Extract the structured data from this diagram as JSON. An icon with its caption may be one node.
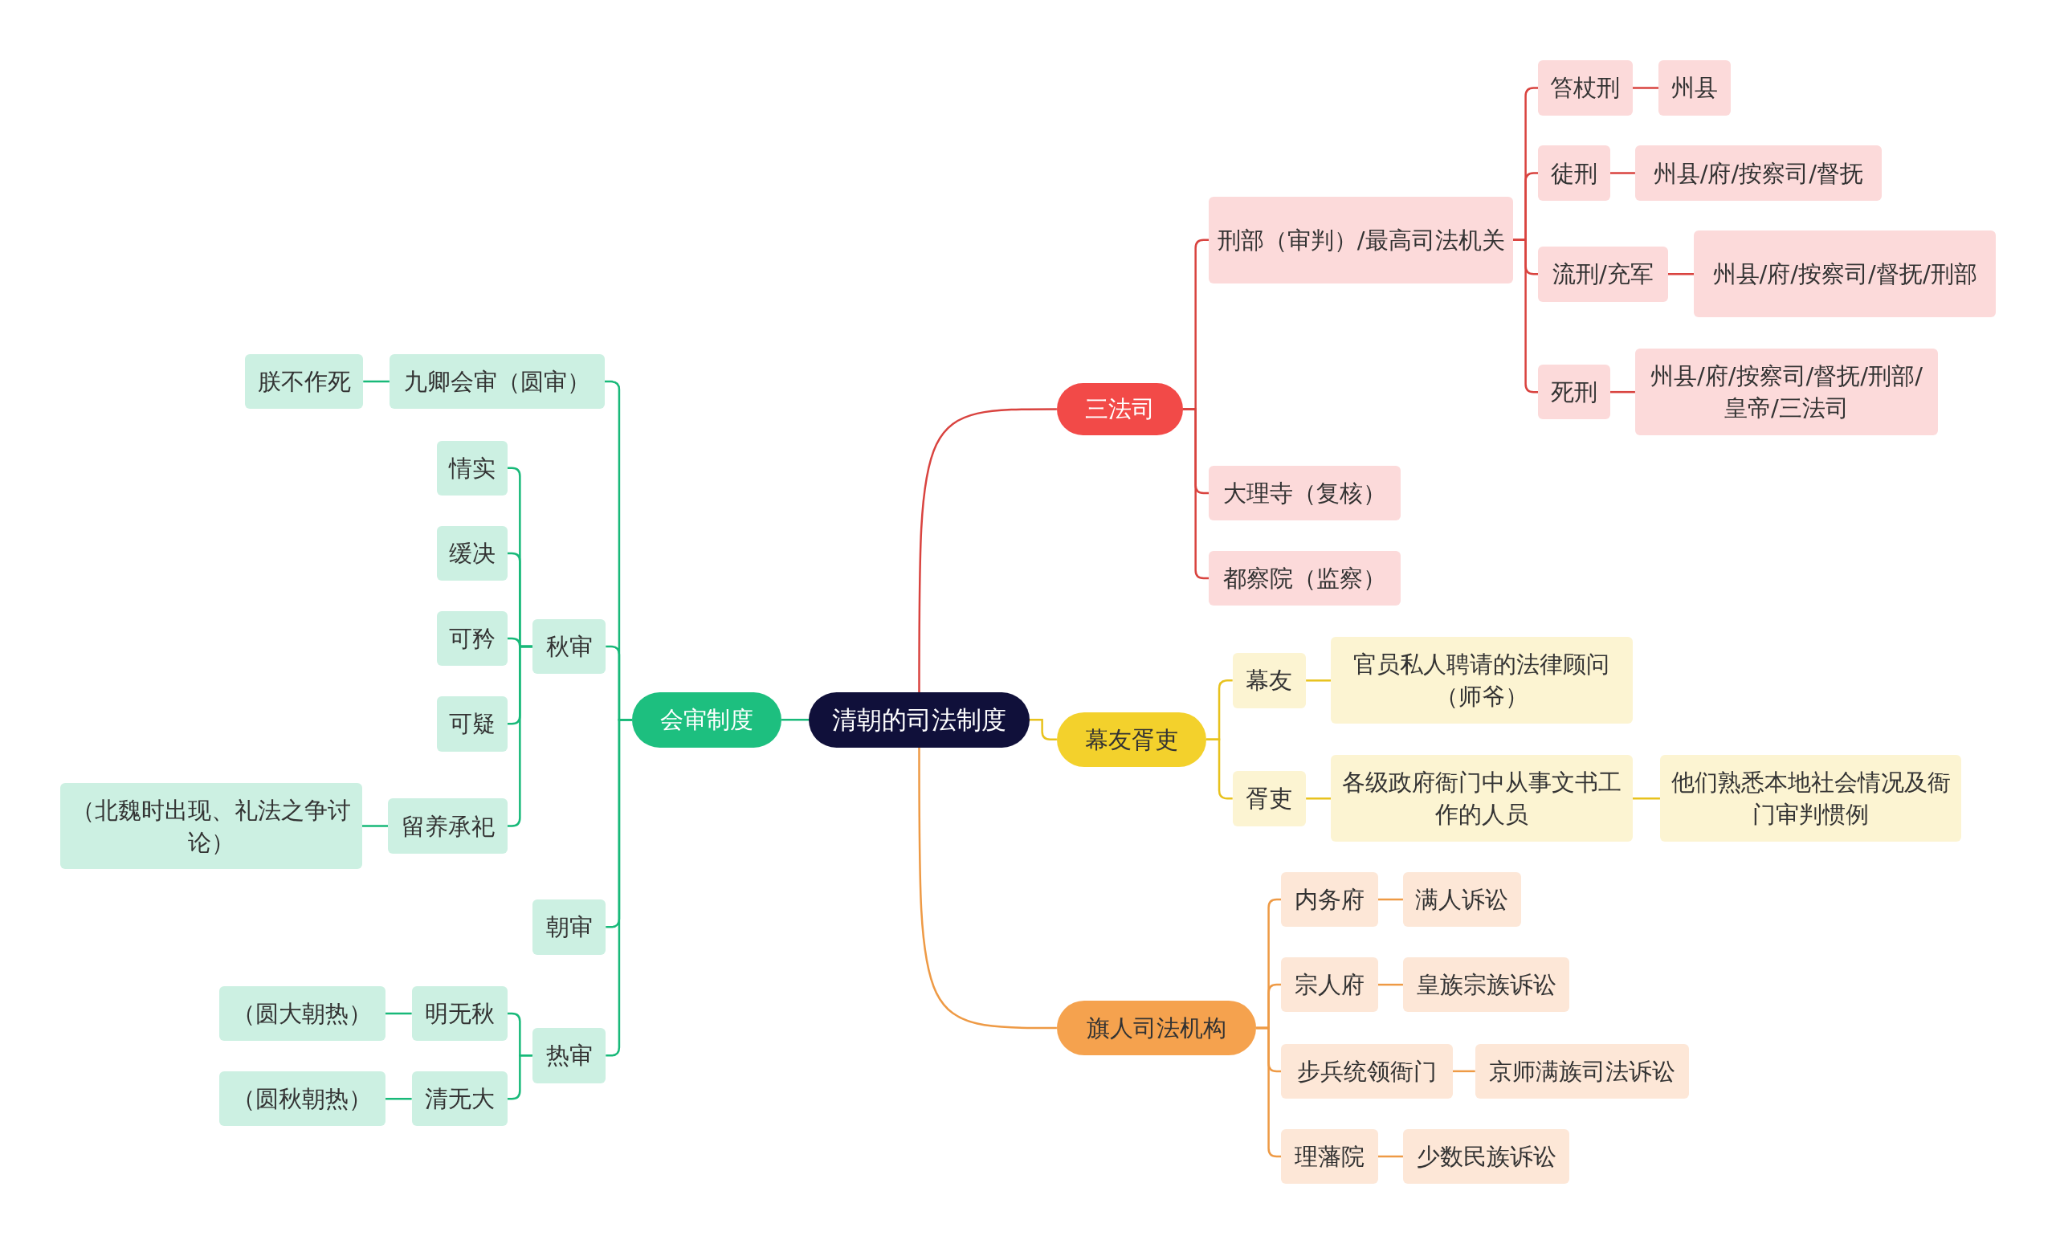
{
  "diagram": {
    "nodes": [
      {
        "text": [
          "清朝的司法制度"
        ]
      },
      {
        "text": [
          "三法司"
        ]
      },
      {
        "text": [
          "刑部（审判）/最高司法机关"
        ]
      },
      {
        "text": [
          "笞杖刑"
        ]
      },
      {
        "text": [
          "州县"
        ]
      },
      {
        "text": [
          "徒刑"
        ]
      },
      {
        "text": [
          "州县/府/按察司/督抚"
        ]
      },
      {
        "text": [
          "流刑/充军"
        ]
      },
      {
        "text": [
          "州县/府/按察司/督抚/刑部"
        ]
      },
      {
        "text": [
          "死刑"
        ]
      },
      {
        "text": [
          "州县/府/按察司/督抚/刑部/皇帝/三法司"
        ]
      },
      {
        "text": [
          "大理寺（复核）"
        ]
      },
      {
        "text": [
          "都察院（监察）"
        ]
      },
      {
        "text": [
          "幕友胥吏"
        ]
      },
      {
        "text": [
          "幕友"
        ]
      },
      {
        "text": [
          "官员私人聘请的法律顾问（师爷）"
        ]
      },
      {
        "text": [
          "胥吏"
        ]
      },
      {
        "text": [
          "各级政府衙门中从事文书工作的人员"
        ]
      },
      {
        "text": [
          "他们熟悉本地社会情况及衙门审判惯例"
        ]
      },
      {
        "text": [
          "旗人司法机构"
        ]
      },
      {
        "text": [
          "内务府"
        ]
      },
      {
        "text": [
          "满人诉讼"
        ]
      },
      {
        "text": [
          "宗人府"
        ]
      },
      {
        "text": [
          "皇族宗族诉讼"
        ]
      },
      {
        "text": [
          "步兵统领衙门"
        ]
      },
      {
        "text": [
          "京师满族司法诉讼"
        ]
      },
      {
        "text": [
          "理藩院"
        ]
      },
      {
        "text": [
          "少数民族诉讼"
        ]
      },
      {
        "text": [
          "会审制度"
        ]
      },
      {
        "text": [
          "九卿会审（圆审）"
        ]
      },
      {
        "text": [
          "朕不作死"
        ]
      },
      {
        "text": [
          "秋审"
        ]
      },
      {
        "text": [
          "情实"
        ]
      },
      {
        "text": [
          "缓决"
        ]
      },
      {
        "text": [
          "可矜"
        ]
      },
      {
        "text": [
          "可疑"
        ]
      },
      {
        "text": [
          "留养承祀"
        ]
      },
      {
        "text": [
          "（北魏时出现、礼法之争讨论）"
        ]
      },
      {
        "text": [
          "朝审"
        ]
      },
      {
        "text": [
          "热审"
        ]
      },
      {
        "text": [
          "明无秋"
        ]
      },
      {
        "text": [
          "（圆大朝热）"
        ]
      },
      {
        "text": [
          "清无大"
        ]
      },
      {
        "text": [
          "（圆秋朝热）"
        ]
      }
    ],
    "edges": [
      {
        "from": 0,
        "to": 1,
        "arrow": "none",
        "color": "#d9433f"
      },
      {
        "from": 0,
        "to": 13,
        "arrow": "none",
        "color": "#e8c21d"
      },
      {
        "from": 0,
        "to": 19,
        "arrow": "none",
        "color": "#ee9a45"
      },
      {
        "from": 0,
        "to": 28,
        "arrow": "none",
        "color": "#18b979"
      },
      {
        "from": 1,
        "to": 2,
        "arrow": "none",
        "color": "#d9433f"
      },
      {
        "from": 1,
        "to": 11,
        "arrow": "none",
        "color": "#d9433f"
      },
      {
        "from": 1,
        "to": 12,
        "arrow": "none",
        "color": "#d9433f"
      },
      {
        "from": 2,
        "to": 3,
        "arrow": "none",
        "color": "#d9433f"
      },
      {
        "from": 3,
        "to": 4,
        "arrow": "none",
        "color": "#d9433f"
      },
      {
        "from": 2,
        "to": 5,
        "arrow": "none",
        "color": "#d9433f"
      },
      {
        "from": 5,
        "to": 6,
        "arrow": "none",
        "color": "#d9433f"
      },
      {
        "from": 2,
        "to": 7,
        "arrow": "none",
        "color": "#d9433f"
      },
      {
        "from": 7,
        "to": 8,
        "arrow": "none",
        "color": "#d9433f"
      },
      {
        "from": 2,
        "to": 9,
        "arrow": "none",
        "color": "#d9433f"
      },
      {
        "from": 9,
        "to": 10,
        "arrow": "none",
        "color": "#d9433f"
      },
      {
        "from": 13,
        "to": 14,
        "arrow": "none",
        "color": "#e8c21d"
      },
      {
        "from": 14,
        "to": 15,
        "arrow": "none",
        "color": "#e8c21d"
      },
      {
        "from": 13,
        "to": 16,
        "arrow": "none",
        "color": "#e8c21d"
      },
      {
        "from": 16,
        "to": 17,
        "arrow": "none",
        "color": "#e8c21d"
      },
      {
        "from": 17,
        "to": 18,
        "arrow": "none",
        "color": "#e8c21d"
      },
      {
        "from": 19,
        "to": 20,
        "arrow": "none",
        "color": "#ee9a45"
      },
      {
        "from": 20,
        "to": 21,
        "arrow": "none",
        "color": "#ee9a45"
      },
      {
        "from": 19,
        "to": 22,
        "arrow": "none",
        "color": "#ee9a45"
      },
      {
        "from": 22,
        "to": 23,
        "arrow": "none",
        "color": "#ee9a45"
      },
      {
        "from": 19,
        "to": 24,
        "arrow": "none",
        "color": "#ee9a45"
      },
      {
        "from": 24,
        "to": 25,
        "arrow": "none",
        "color": "#ee9a45"
      },
      {
        "from": 19,
        "to": 26,
        "arrow": "none",
        "color": "#ee9a45"
      },
      {
        "from": 26,
        "to": 27,
        "arrow": "none",
        "color": "#ee9a45"
      },
      {
        "from": 28,
        "to": 29,
        "arrow": "none",
        "color": "#18b979"
      },
      {
        "from": 29,
        "to": 30,
        "arrow": "none",
        "color": "#18b979"
      },
      {
        "from": 28,
        "to": 31,
        "arrow": "none",
        "color": "#18b979"
      },
      {
        "from": 31,
        "to": 32,
        "arrow": "none",
        "color": "#18b979"
      },
      {
        "from": 31,
        "to": 33,
        "arrow": "none",
        "color": "#18b979"
      },
      {
        "from": 31,
        "to": 34,
        "arrow": "none",
        "color": "#18b979"
      },
      {
        "from": 31,
        "to": 35,
        "arrow": "none",
        "color": "#18b979"
      },
      {
        "from": 31,
        "to": 36,
        "arrow": "none",
        "color": "#18b979"
      },
      {
        "from": 36,
        "to": 37,
        "arrow": "none",
        "color": "#18b979"
      },
      {
        "from": 28,
        "to": 38,
        "arrow": "none",
        "color": "#18b979"
      },
      {
        "from": 28,
        "to": 39,
        "arrow": "none",
        "color": "#18b979"
      },
      {
        "from": 39,
        "to": 40,
        "arrow": "none",
        "color": "#18b979"
      },
      {
        "from": 40,
        "to": 41,
        "arrow": "none",
        "color": "#18b979"
      },
      {
        "from": 39,
        "to": 42,
        "arrow": "none",
        "color": "#18b979"
      },
      {
        "from": 42,
        "to": 43,
        "arrow": "none",
        "color": "#18b979"
      }
    ]
  }
}
